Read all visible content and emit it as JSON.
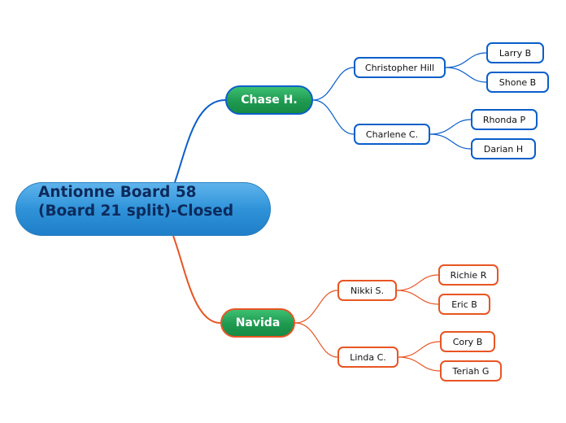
{
  "colors": {
    "blue_branch": "#0a5fc9",
    "orange_branch": "#e85523",
    "root_fill": "#2f93d9",
    "main_fill": "#1f9a50"
  },
  "root": {
    "line1": "Antionne Board 58",
    "line2": "(Board 21 split)-Closed"
  },
  "branches": [
    {
      "label": "Chase H.",
      "children": [
        {
          "label": "Christopher Hill",
          "children": [
            "Larry B",
            "Shone B"
          ]
        },
        {
          "label": "Charlene C.",
          "children": [
            "Rhonda P",
            "Darian H"
          ]
        }
      ]
    },
    {
      "label": "Navida",
      "children": [
        {
          "label": "Nikki S.",
          "children": [
            "Richie R",
            "Eric B"
          ]
        },
        {
          "label": "Linda C.",
          "children": [
            "Cory B",
            "Teriah G"
          ]
        }
      ]
    }
  ]
}
